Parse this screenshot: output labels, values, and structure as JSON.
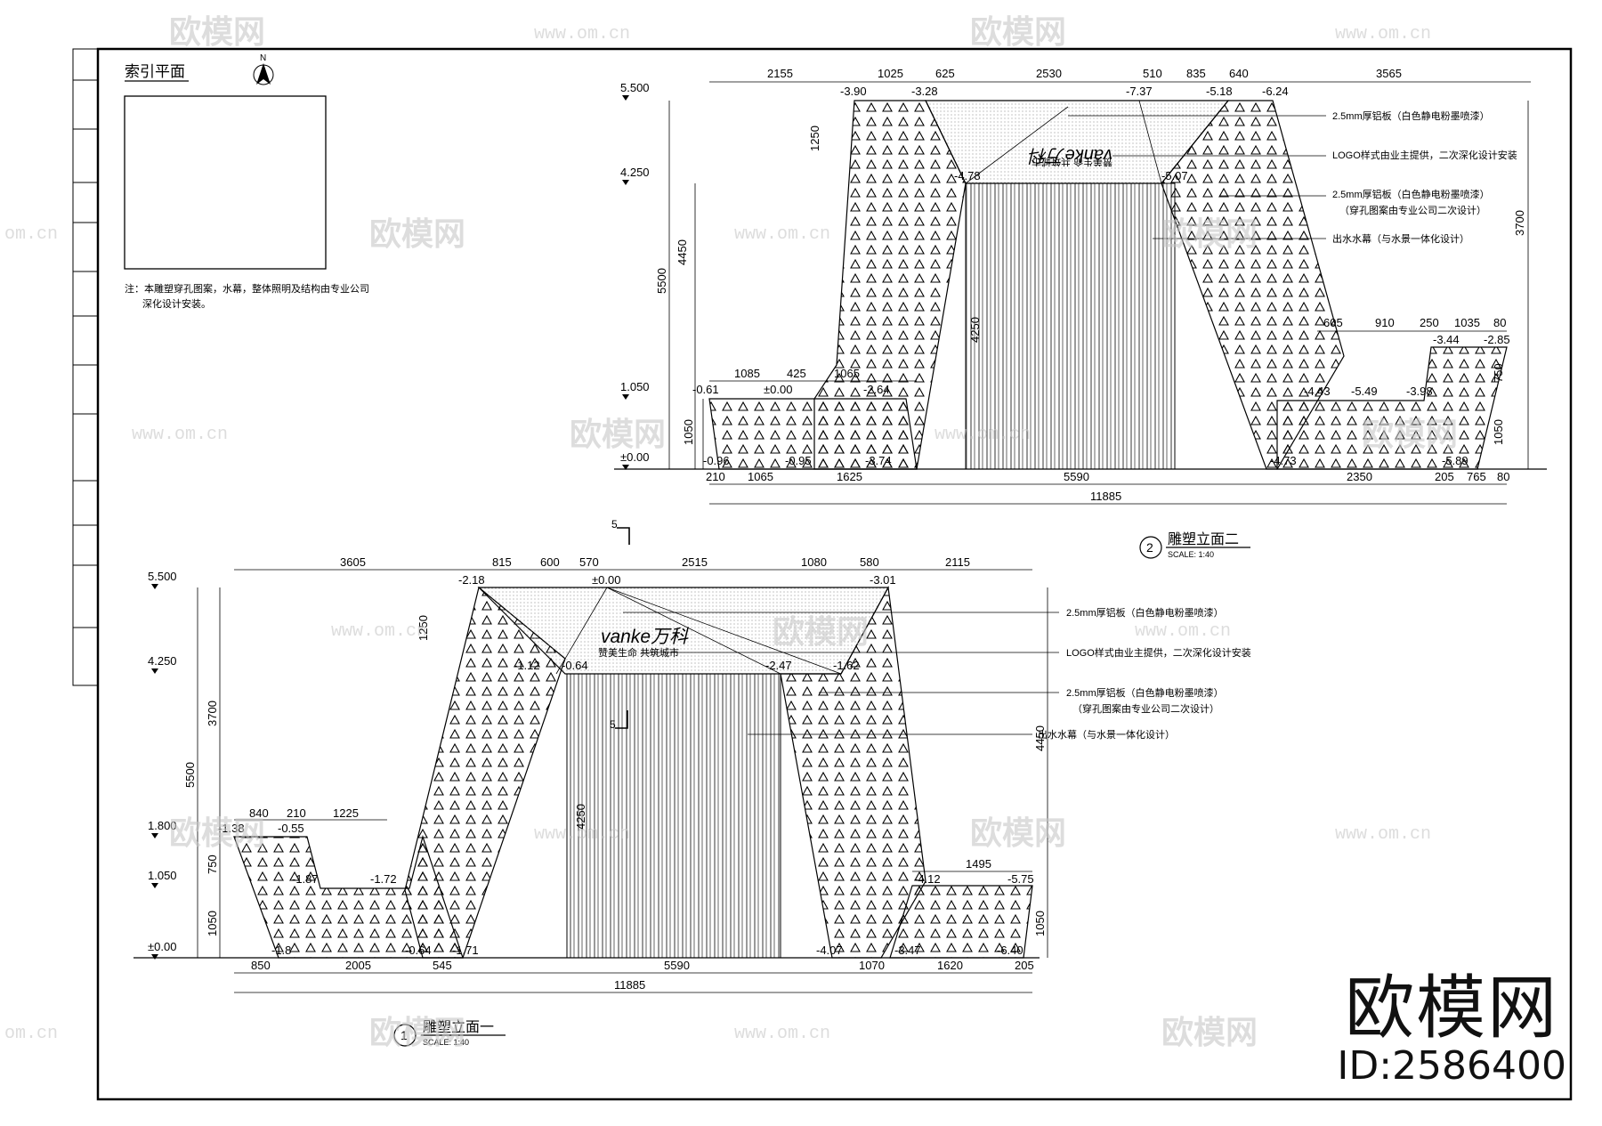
{
  "index_plan": {
    "title": "索引平面",
    "north": "N",
    "note_line1": "注：本雕塑穿孔图案，水幕，整体照明及结构由专业公司",
    "note_line2": "深化设计安装。"
  },
  "elevation2": {
    "title": "雕塑立面二",
    "number": "2",
    "scale": "SCALE: 1:40",
    "levels": [
      "5.500",
      "4.250",
      "1.050",
      "±0.00"
    ],
    "top_dims": [
      "2155",
      "1025",
      "625",
      "2530",
      "510",
      "835",
      "640",
      "3565"
    ],
    "top_elevs": [
      "-3.90",
      "-3.28",
      "-7.37",
      "-5.18",
      "-6.24"
    ],
    "right_dims": [
      "605",
      "910",
      "250",
      "1035",
      "80"
    ],
    "right_elevs": [
      "-3.44",
      "-2.85"
    ],
    "left_dims": [
      "1085",
      "425",
      "1065"
    ],
    "left_elevs": [
      "-0.61",
      "±0.00",
      "-2.64"
    ],
    "bottom_dims": [
      "210",
      "1065",
      "1625",
      "5590",
      "2350",
      "205",
      "765",
      "80"
    ],
    "total": "11885",
    "vert_dims": [
      "4450",
      "5500",
      "1050",
      "1250",
      "4250",
      "3700",
      "750",
      "1050"
    ],
    "mid_elevs": [
      "-4.78",
      "-5.07",
      "-4.43",
      "-5.49",
      "-3.98",
      "-0.96",
      "-0.95",
      "-3.74",
      "-4.73",
      "-5.89"
    ],
    "logo": "vanke万科",
    "slogan": "赞美生命 共筑城市",
    "labels": [
      "2.5mm厚铝板（白色静电粉墨喷漆）",
      "LOGO样式由业主提供，二次深化设计安装",
      "2.5mm厚铝板（白色静电粉墨喷漆）",
      "（穿孔图案由专业公司二次设计）",
      "出水水幕（与水景一体化设计）"
    ]
  },
  "elevation1": {
    "title": "雕塑立面一",
    "number": "1",
    "scale": "SCALE: 1:40",
    "section_mark": "5",
    "levels": [
      "5.500",
      "4.250",
      "1.800",
      "1.050",
      "±0.00"
    ],
    "top_dims": [
      "3605",
      "815",
      "600",
      "570",
      "2515",
      "1080",
      "580",
      "2115"
    ],
    "top_elevs": [
      "-2.18",
      "±0.00",
      "-3.01"
    ],
    "left_dims": [
      "840",
      "210",
      "1225"
    ],
    "left_elevs": [
      "-1.38",
      "-0.55"
    ],
    "mid_elevs": [
      "-1.12",
      "-0.64",
      "-2.47",
      "-1.62",
      "-1.87",
      "-1.72",
      "-4.12",
      "-5.75"
    ],
    "bottom_elevs": [
      "-1.8",
      "-0.64",
      "-1.71",
      "-4.07",
      "-3.47",
      "-6.40"
    ],
    "right_dims": [
      "1495"
    ],
    "bottom_dims": [
      "850",
      "2005",
      "545",
      "5590",
      "1070",
      "1620",
      "205"
    ],
    "total": "11885",
    "vert_dims": [
      "3700",
      "5500",
      "750",
      "1050",
      "1250",
      "4250",
      "4450",
      "1050"
    ],
    "logo": "vanke万科",
    "slogan": "赞美生命 共筑城市",
    "labels": [
      "2.5mm厚铝板（白色静电粉墨喷漆）",
      "LOGO样式由业主提供，二次深化设计安装",
      "2.5mm厚铝板（白色静电粉墨喷漆）",
      "（穿孔图案由专业公司二次设计）",
      "出水水幕（与水景一体化设计）"
    ]
  },
  "watermark": {
    "brand": "欧模网",
    "url": "www.om.cn",
    "url_short": "om.cn",
    "id": "ID:2586400"
  }
}
